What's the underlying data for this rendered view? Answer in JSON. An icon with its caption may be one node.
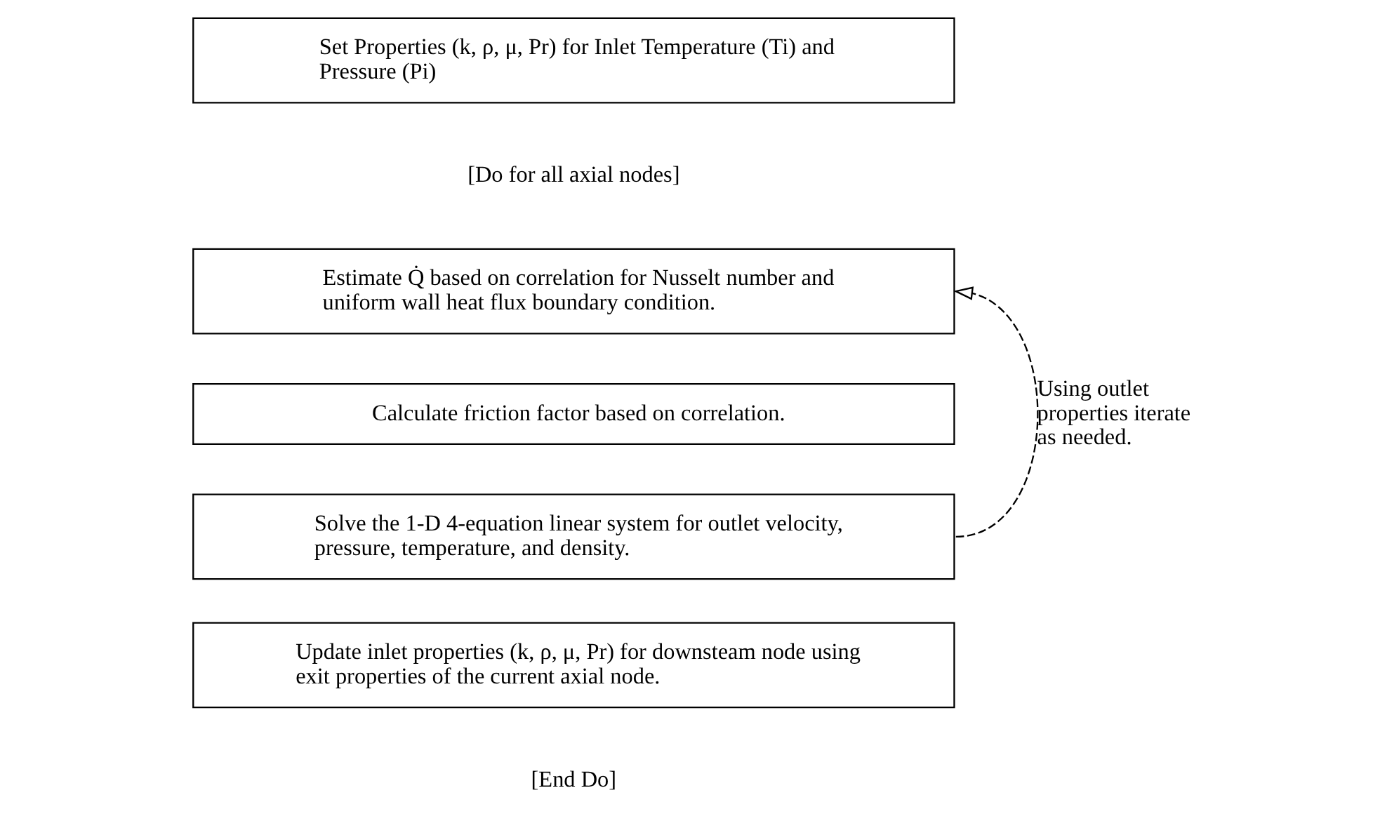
{
  "diagram": {
    "nodes": [
      {
        "text": [
          "Set Properties (k, ρ, μ, Pr) for Inlet Temperature (Ti) and Pressure (Pi)"
        ]
      },
      {
        "text": [
          "Estimate Q̇ based on correlation for Nusselt number and uniform wall heat flux boundary condition."
        ]
      },
      {
        "text": [
          "Calculate friction factor based on correlation."
        ]
      },
      {
        "text": [
          "Solve the 1-D 4-equation linear system for outlet velocity, pressure, temperature, and density."
        ]
      },
      {
        "text": [
          "Update inlet properties (k, ρ, μ, Pr) for downsteam node using exit properties of the current axial node."
        ]
      }
    ],
    "edges": [
      {
        "from": 3,
        "to": 1,
        "arrow": "to",
        "style": "dashed",
        "label": "Using outlet properties iterate as needed."
      }
    ],
    "labels": [
      "[Do for all axial nodes]",
      "[End Do]"
    ]
  }
}
